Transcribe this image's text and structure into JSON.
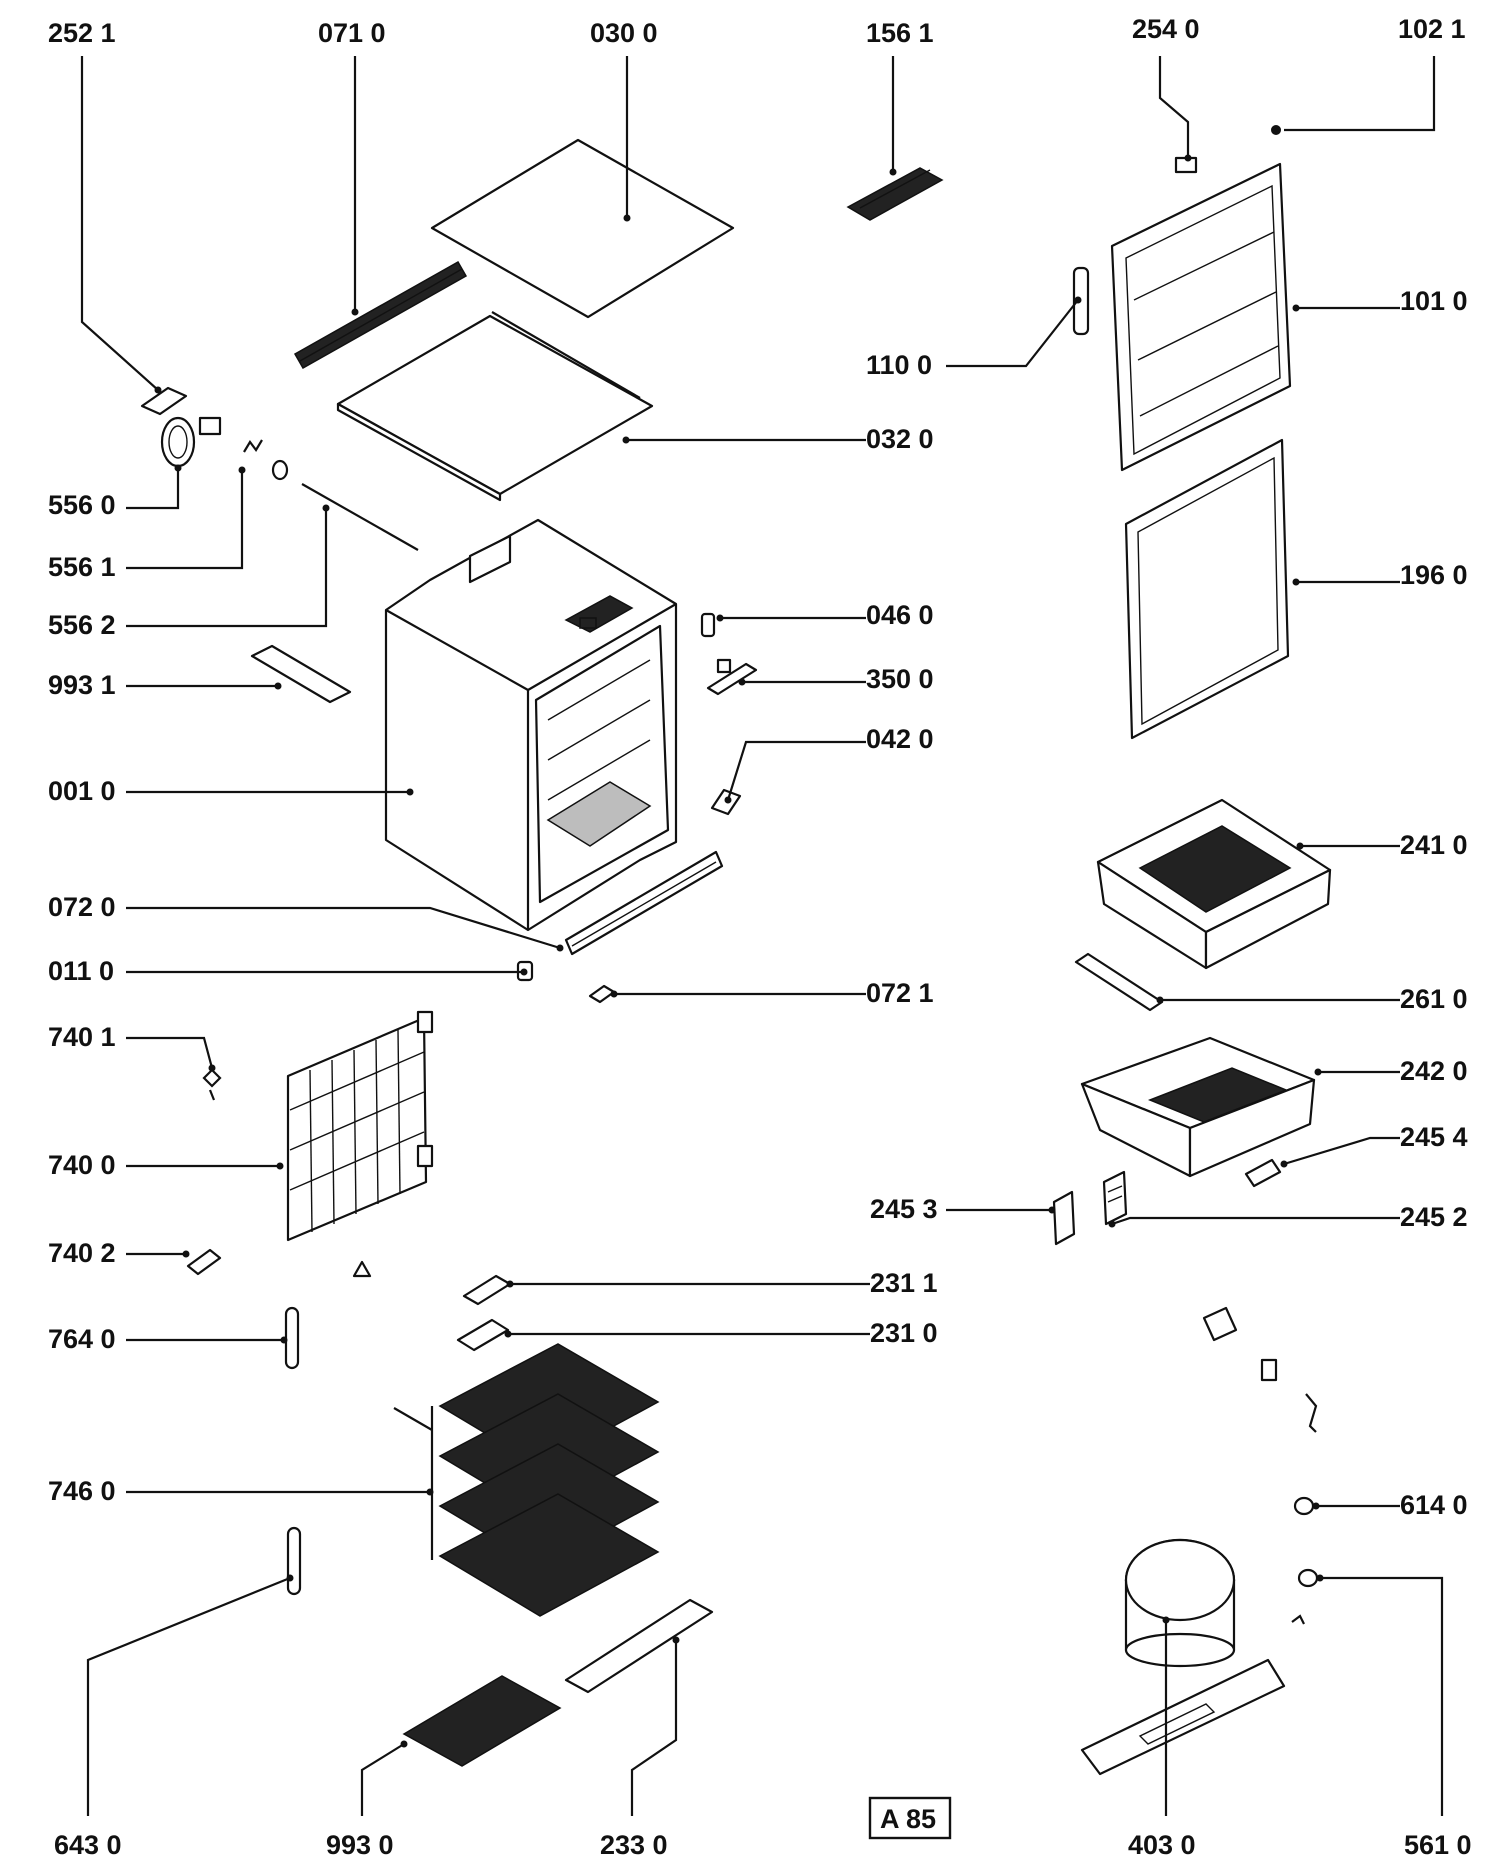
{
  "labels": {
    "l2521": "252 1",
    "l0710": "071 0",
    "l0300": "030 0",
    "l1561": "156 1",
    "l2540": "254 0",
    "l1021": "102 1",
    "l1010": "101 0",
    "l1100": "110 0",
    "l0320": "032 0",
    "l5560": "556 0",
    "l5561": "556 1",
    "l5562": "556 2",
    "l0460": "046 0",
    "l1960": "196 0",
    "l9931": "993 1",
    "l3500": "350 0",
    "l0420": "042 0",
    "l0010": "001 0",
    "l2410": "241 0",
    "l0720": "072 0",
    "l0110": "011 0",
    "l0721": "072 1",
    "l2610": "261 0",
    "l7401": "740 1",
    "l2420": "242 0",
    "l7400": "740 0",
    "l2454": "245 4",
    "l2453": "245 3",
    "l2452": "245 2",
    "l7402": "740 2",
    "l2311": "231 1",
    "l7640": "764 0",
    "l2310": "231 0",
    "l7460": "746 0",
    "l6140": "614 0",
    "l5610": "561 0",
    "l6430": "643 0",
    "l9930": "993 0",
    "l2330": "233 0",
    "l4030": "403 0"
  },
  "reference_code": "A 85"
}
